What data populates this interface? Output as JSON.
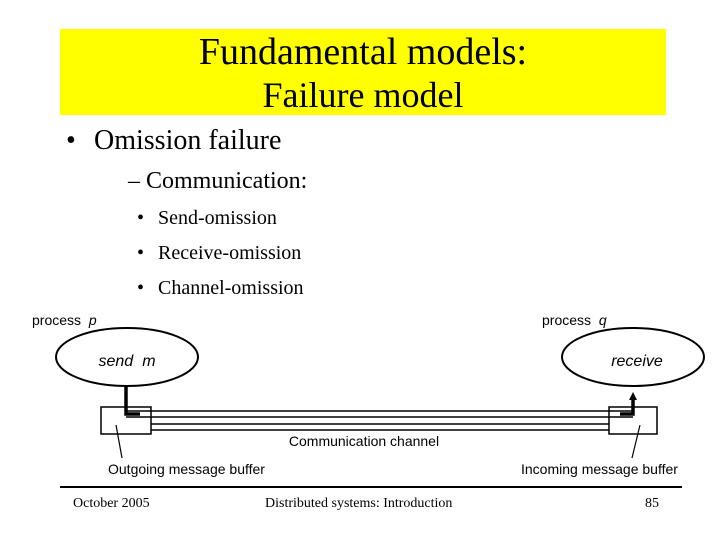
{
  "title": {
    "line1": "Fundamental models:",
    "line2": "Failure model"
  },
  "bullets": {
    "level1": {
      "marker": "•",
      "text": "Omission failure"
    },
    "level2": {
      "text": "– Communication:"
    },
    "level3": [
      {
        "marker": "•",
        "text": "Send-omission"
      },
      {
        "marker": "•",
        "text": "Receive-omission"
      },
      {
        "marker": "•",
        "text": "Channel-omission"
      }
    ]
  },
  "diagram": {
    "process_p_label": "process",
    "process_p_var": "p",
    "process_q_label": "process",
    "process_q_var": "q",
    "send_label": "send",
    "send_var": "m",
    "receive_label": "receive",
    "channel_label": "Communication channel",
    "outgoing_label": "Outgoing message buffer",
    "incoming_label": "Incoming message buffer"
  },
  "footer": {
    "date": "October 2005",
    "center": "Distributed systems: Introduction",
    "page": "85"
  }
}
